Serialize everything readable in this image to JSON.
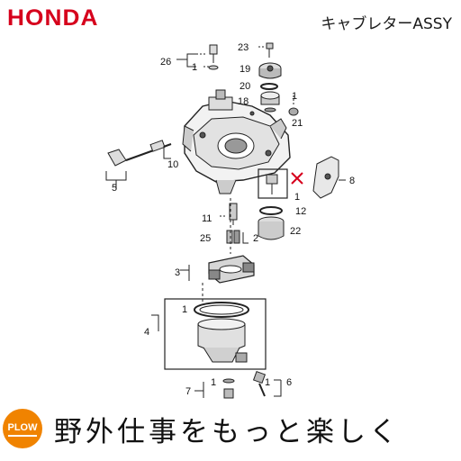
{
  "header": {
    "brand": "HONDA",
    "title": "キャブレターASSY"
  },
  "footer": {
    "logo_text": "PLOW",
    "tagline": "野外仕事をもっと楽しく",
    "logo_color": "#f08300"
  },
  "brand_color": "#d6001c",
  "callouts": {
    "c26": "26",
    "c1a": "1",
    "c23": "23",
    "c19": "19",
    "c20": "20",
    "c18": "18",
    "c1b": "1",
    "c21": "21",
    "c10": "10",
    "c5": "5",
    "c8": "8",
    "c1c": "1",
    "c12": "12",
    "c11": "11",
    "c25": "25",
    "c2": "2",
    "c22": "22",
    "c3": "3",
    "c1d": "1",
    "c4": "4",
    "c7": "7",
    "c1e": "1",
    "c1f": "1",
    "c6": "6"
  }
}
